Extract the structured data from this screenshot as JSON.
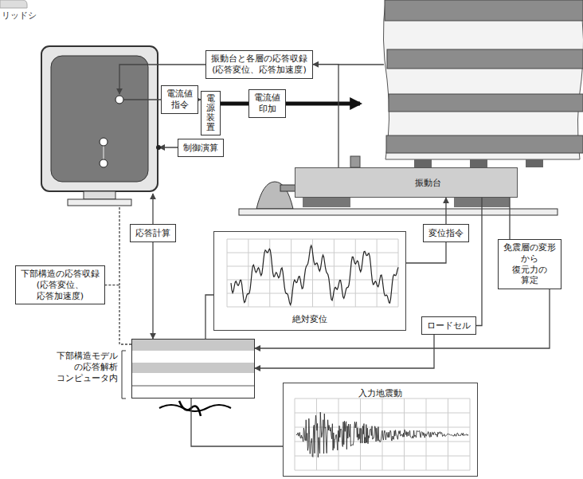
{
  "diagram": {
    "nodes": [
      {
        "text": [
          "振動台と各層の応答収録 (応答変位、応答加速度)"
        ]
      },
      {
        "text": [
          "電流値 指令"
        ]
      },
      {
        "text": [
          "電源装置"
        ]
      },
      {
        "text": [
          "電流値 印加"
        ]
      },
      {
        "text": [
          "制御演算"
        ]
      },
      {
        "text": [
          "応答計算"
        ]
      },
      {
        "text": [
          "下部構造の応答収録 (応答変位、応答加速度)"
        ]
      },
      {
        "text": [
          "変位指令"
        ]
      },
      {
        "text": [
          "免震層の変形 から 復元力の 算定"
        ]
      },
      {
        "text": [
          "絶対変位"
        ]
      },
      {
        "text": [
          "ロードセル"
        ]
      },
      {
        "text": [
          "下部構造モデル の応答解析 コンピュータ内"
        ]
      },
      {
        "text": [
          "入力地震動"
        ]
      },
      {
        "text": [
          "振動台"
        ]
      }
    ],
    "edges": [
      {
        "from": 13,
        "to": 0,
        "arrow": "to"
      },
      {
        "from": 1,
        "to": 2,
        "arrow": "to"
      },
      {
        "from": 2,
        "to": 3,
        "arrow": "none"
      },
      {
        "from": 5,
        "to": 11,
        "arrow": "to"
      },
      {
        "from": 11,
        "to": 6,
        "arrow": "none"
      },
      {
        "from": 11,
        "to": 9,
        "arrow": "none"
      },
      {
        "from": 9,
        "to": 7,
        "arrow": "none"
      },
      {
        "from": 7,
        "to": 13,
        "arrow": "to"
      },
      {
        "from": 10,
        "to": 11,
        "arrow": "to"
      },
      {
        "from": 8,
        "to": 11,
        "arrow": "to"
      },
      {
        "from": 12,
        "to": 11,
        "arrow": "none"
      },
      {
        "from": 13,
        "to": 8,
        "arrow": "none"
      },
      {
        "from": 13,
        "to": 10,
        "arrow": "none"
      }
    ],
    "labels": [
      "リッドシ"
    ]
  }
}
